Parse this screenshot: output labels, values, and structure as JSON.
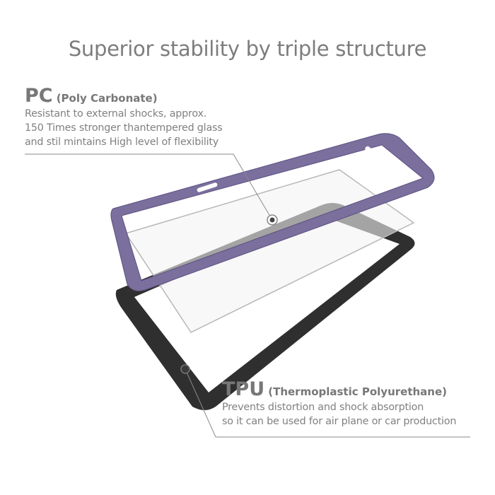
{
  "title": "Superior stability by triple structure",
  "pc": {
    "name": "PC",
    "full_name": "(Poly Carbonate)",
    "lines": [
      "Resistant to external shocks, approx.",
      "150 Times stronger thantempered glass",
      "and stil mintains High level of flexibility"
    ]
  },
  "tpu": {
    "name": "TPU",
    "full_name": "(Thermoplastic Polyurethane)",
    "lines": [
      "Prevents distortion and shock absorption",
      "so it can be used for air plane or car production"
    ]
  },
  "colors": {
    "pc_frame": "#7b6f9e",
    "tpu_frame": "#2e2e2e",
    "text": "#7a7a7a"
  }
}
